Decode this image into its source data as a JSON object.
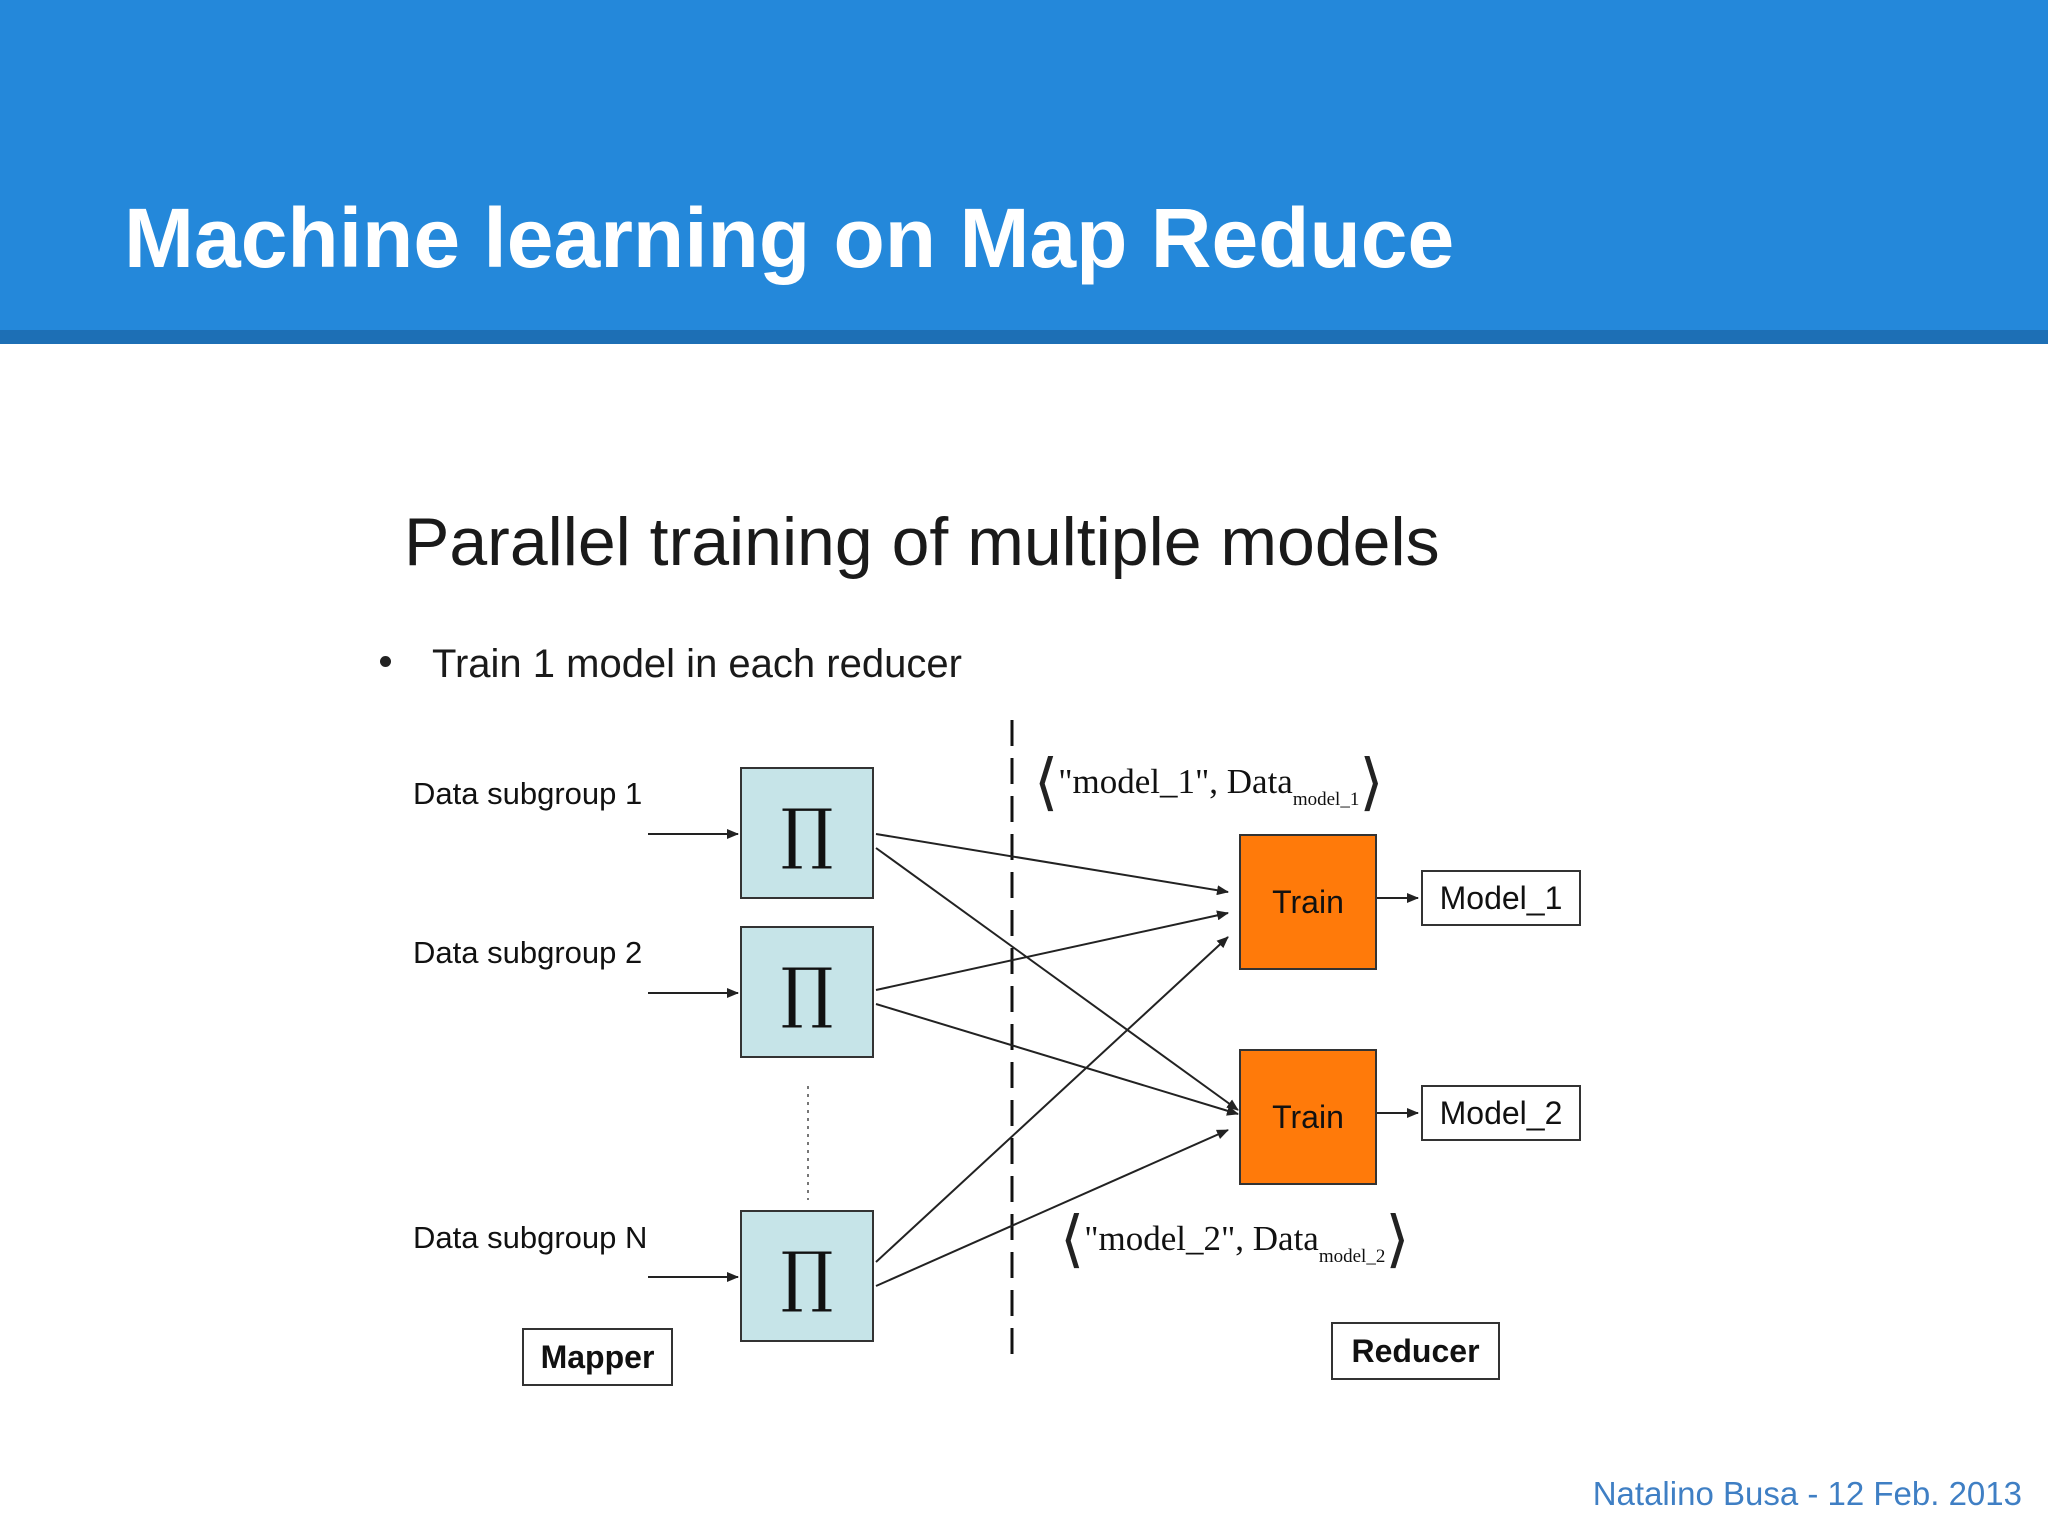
{
  "slide": {
    "title": "Machine learning on Map Reduce",
    "footer": "Natalino Busa - 12 Feb. 2013"
  },
  "diagram": {
    "title": "Parallel training of multiple models",
    "bullet": "Train 1 model in each reducer",
    "inputs": [
      "Data subgroup 1",
      "Data subgroup 2",
      "Data subgroup N"
    ],
    "mapper_symbol": "∏",
    "reducer_label": "Train",
    "outputs": [
      "Model_1",
      "Model_2"
    ],
    "mapper_caption": "Mapper",
    "reducer_caption": "Reducer",
    "key_values": [
      {
        "key": "\"model_1\", Data",
        "sub": "model_1"
      },
      {
        "key": "\"model_2\", Data",
        "sub": "model_2"
      }
    ]
  },
  "colors": {
    "header": "#2488da",
    "mapper_fill": "#c6e4e8",
    "reducer_fill": "#ff7a0a",
    "footer_text": "#3f7fc4"
  }
}
